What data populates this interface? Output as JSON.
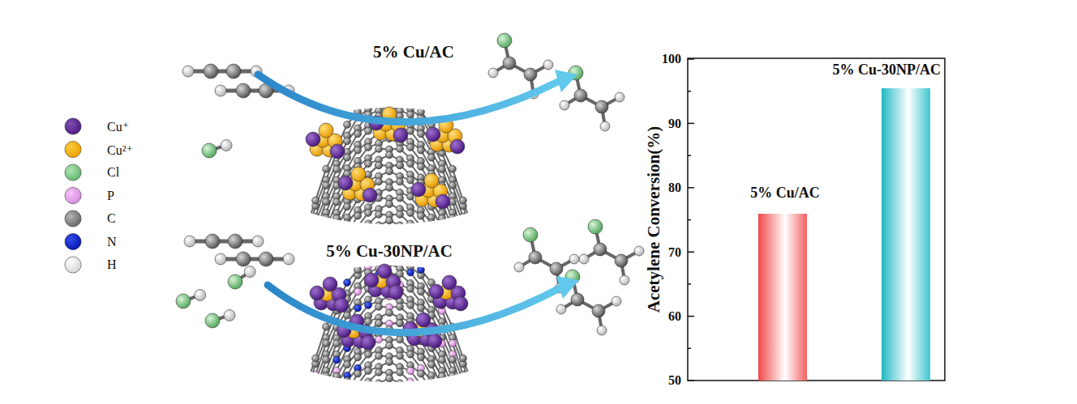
{
  "diagram": {
    "labels": [
      "5% Cu/AC",
      "5% Cu-30NP/AC",
      "100",
      "90",
      "80",
      "70",
      "60",
      "50",
      "Acetylene Conversion(%)",
      "5% Cu/AC",
      "5% Cu-30NP/AC"
    ],
    "legend": [
      {
        "text": "Cu⁺",
        "color": "#5a2590"
      },
      {
        "text": "Cu²⁺",
        "color": "#f5b000"
      },
      {
        "text": "Cl",
        "color": "#7ccf84"
      },
      {
        "text": "P",
        "color": "#e8a0ec"
      },
      {
        "text": "C",
        "color": "#8a8a8a"
      },
      {
        "text": "N",
        "color": "#1028d0"
      },
      {
        "text": "H",
        "color": "#ffffff"
      }
    ]
  }
}
